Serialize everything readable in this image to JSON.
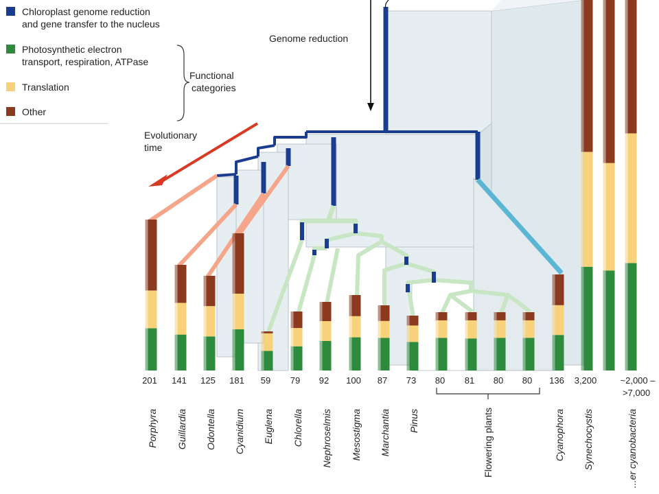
{
  "colors": {
    "transfer": "#1b3d8f",
    "green": "#2e8b3e",
    "yellow": "#f7d27a",
    "other": "#8b3a1f",
    "pink_branch": "#f4a58a",
    "green_branch": "#c8e6c4",
    "cyan_branch": "#5bb6d4",
    "panel": "#e7eef1",
    "arrow_red": "#d93a24"
  },
  "legend": {
    "transfer": [
      "Chloroplast genome reduction",
      "and gene transfer to the nucleus"
    ],
    "photo": [
      "Photosynthetic electron",
      "transport, respiration, ATPase"
    ],
    "translation": "Translation",
    "other": "Other",
    "functional": [
      "Functional",
      "categories"
    ]
  },
  "annotations": {
    "genome_reduction": "Genome reduction",
    "evolutionary_time": [
      "Evolutionary",
      "time"
    ]
  },
  "species": [
    {
      "name": "Porphyra",
      "genes": "201",
      "photo": 0.28,
      "translation": 0.25,
      "other": 0.47
    },
    {
      "name": "Guillardia",
      "genes": "141",
      "photo": 0.34,
      "translation": 0.3,
      "other": 0.36
    },
    {
      "name": "Odontella",
      "genes": "125",
      "photo": 0.36,
      "translation": 0.32,
      "other": 0.32
    },
    {
      "name": "Cyanidium",
      "genes": "181",
      "photo": 0.3,
      "translation": 0.26,
      "other": 0.44
    },
    {
      "name": "Euglena",
      "genes": "59",
      "photo": 0.5,
      "translation": 0.45,
      "other": 0.05
    },
    {
      "name": "Chlorella",
      "genes": "79",
      "photo": 0.41,
      "translation": 0.31,
      "other": 0.28
    },
    {
      "name": "Nephroselmis",
      "genes": "92",
      "photo": 0.43,
      "translation": 0.29,
      "other": 0.28
    },
    {
      "name": "Mesostigma",
      "genes": "100",
      "photo": 0.44,
      "translation": 0.28,
      "other": 0.28
    },
    {
      "name": "Marchantia",
      "genes": "87",
      "photo": 0.5,
      "translation": 0.26,
      "other": 0.24
    },
    {
      "name": "Pinus",
      "genes": "73",
      "photo": 0.52,
      "translation": 0.3,
      "other": 0.18
    },
    {
      "name": "",
      "genes": "80",
      "photo": 0.56,
      "translation": 0.3,
      "other": 0.14
    },
    {
      "name": "",
      "genes": "81",
      "photo": 0.55,
      "translation": 0.31,
      "other": 0.14
    },
    {
      "name": "",
      "genes": "80",
      "photo": 0.56,
      "translation": 0.3,
      "other": 0.14
    },
    {
      "name": "",
      "genes": "80",
      "photo": 0.56,
      "translation": 0.3,
      "other": 0.14
    },
    {
      "name": "Cyanophora",
      "genes": "136",
      "photo": 0.37,
      "translation": 0.31,
      "other": 0.32
    },
    {
      "name": "Synechocystis",
      "genes": "3,200",
      "photo": 0.28,
      "translation": 0.31,
      "other": 0.41
    },
    {
      "name": "",
      "genes": "",
      "photo": 0.27,
      "translation": 0.29,
      "other": 0.44
    },
    {
      "name": "...er cyanobacteria",
      "genes": "~2,000 –",
      "genes_line2": ">7,000",
      "photo": 0.29,
      "translation": 0.35,
      "other": 0.36
    }
  ],
  "group_label": "Flowering plants"
}
